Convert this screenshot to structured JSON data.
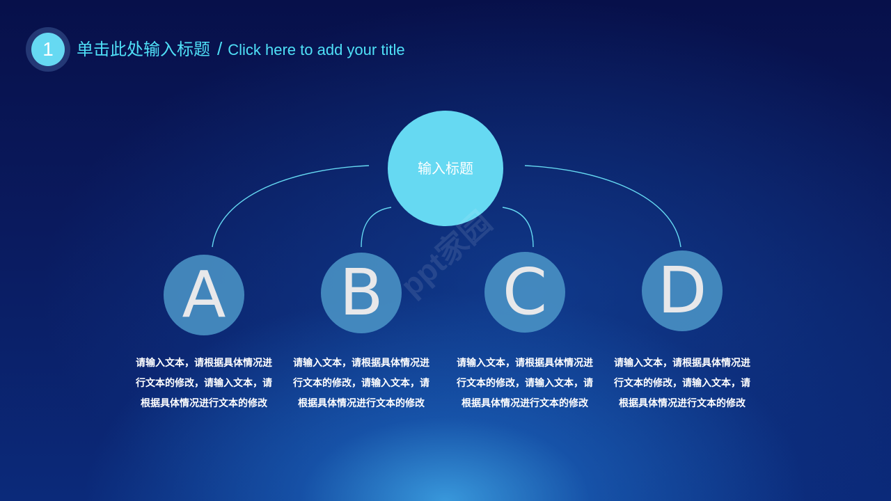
{
  "header": {
    "number": "1",
    "title_zh": "单击此处输入标题",
    "separator": "/",
    "title_en": "Click here to add your title"
  },
  "diagram": {
    "center_label": "输入标题",
    "nodes": [
      {
        "letter": "A",
        "text": "请输入文本，请根据具体情况进行文本的修改，请输入文本，请根据具体情况进行文本的修改"
      },
      {
        "letter": "B",
        "text": "请输入文本，请根据具体情况进行文本的修改，请输入文本，请根据具体情况进行文本的修改"
      },
      {
        "letter": "C",
        "text": "请输入文本，请根据具体情况进行文本的修改，请输入文本，请根据具体情况进行文本的修改"
      },
      {
        "letter": "D",
        "text": "请输入文本，请根据具体情况进行文本的修改，请输入文本，请根据具体情况进行文本的修改"
      }
    ]
  },
  "watermark": "ppt家园",
  "colors": {
    "accent": "#66d9f2",
    "title_text": "#4fe0f7",
    "node_fill": "#4c96c8",
    "background": "#0a1a5e"
  }
}
